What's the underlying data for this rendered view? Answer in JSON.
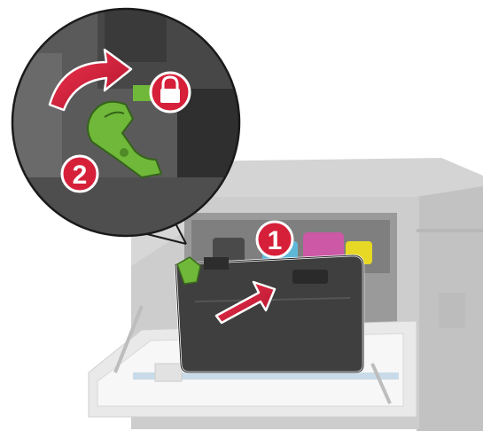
{
  "illustration": {
    "steps": [
      {
        "number": "1",
        "badge_color": "#d6203a",
        "action": "arrow-push-in"
      },
      {
        "number": "2",
        "badge_color": "#d6203a",
        "action": "arrow-rotate"
      }
    ],
    "lock_badge": {
      "icon": "padlock-icon",
      "color": "#d6203a"
    },
    "colors": {
      "printer_body": "#c9c9c9",
      "cartridge": "#3f3f3f",
      "latch": "#6fb83a",
      "toner_cyan": "#5bc2e7",
      "toner_magenta": "#e04fb0",
      "toner_yellow": "#f2e21b",
      "arrow": "#d6203a"
    }
  }
}
